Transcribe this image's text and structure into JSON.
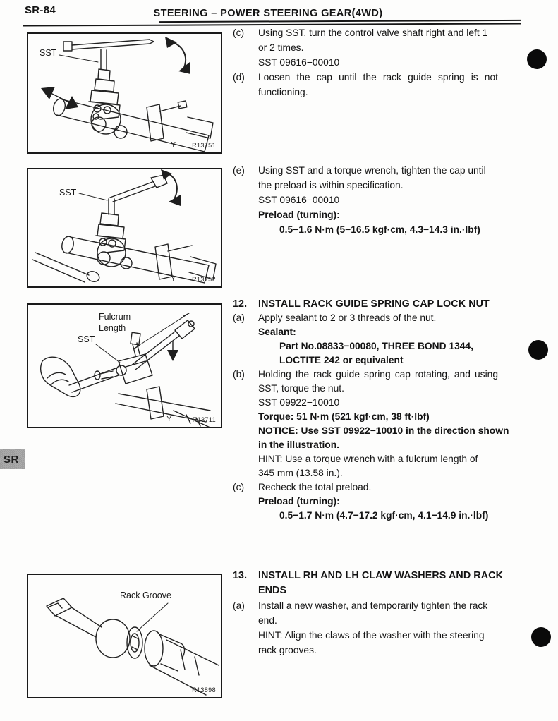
{
  "header": {
    "page_number": "SR-84",
    "title": "STEERING  –  POWER STEERING GEAR(4WD)"
  },
  "side_tab": {
    "label": "SR"
  },
  "figures": {
    "fig1": {
      "sst_label": "SST",
      "corner_mark": "Y",
      "ref": "R13751"
    },
    "fig2": {
      "sst_label": "SST",
      "corner_mark": "Y",
      "ref": "R13752"
    },
    "fig3": {
      "fulcrum_label_line1": "Fulcrum",
      "fulcrum_label_line2": "Length",
      "sst_label": "SST",
      "corner_mark": "Y",
      "ref": "R13711"
    },
    "fig4": {
      "rack_groove_label": "Rack Groove",
      "ref": "R13898"
    }
  },
  "instructions": {
    "c": {
      "marker": "(c)",
      "line1": "Using SST, turn the control valve shaft right and left 1",
      "line2": "or 2 times.",
      "sst": "SST 09616−00010"
    },
    "d": {
      "marker": "(d)",
      "line1": "Loosen the cap until the rack guide spring is not",
      "line2": "functioning."
    },
    "e": {
      "marker": "(e)",
      "line1": "Using SST and a torque wrench, tighten the cap until",
      "line2": "the preload is within specification.",
      "sst": "SST 09616−00010",
      "preload_label": "Preload (turning):",
      "preload_value": "0.5−1.6 N·m (5−16.5 kgf·cm, 4.3−14.3 in.·lbf)"
    },
    "step12": {
      "number": "12.",
      "title": "INSTALL RACK GUIDE SPRING CAP LOCK NUT",
      "a_marker": "(a)",
      "a_line1": "Apply sealant to 2 or 3 threads of the nut.",
      "sealant_label": "Sealant:",
      "sealant_part1": "Part No.08833−00080, THREE BOND 1344,",
      "sealant_part2": "LOCTITE 242 or equivalent",
      "b_marker": "(b)",
      "b_line1": "Holding the rack guide spring cap rotating, and using",
      "b_line2": "SST, torque the nut.",
      "b_sst": "SST 09922−10010",
      "torque": "Torque: 51 N·m (521 kgf·cm, 38 ft·lbf)",
      "notice_line1": "NOTICE: Use SST 09922−10010 in the direction shown",
      "notice_line2": "in the illustration.",
      "hint_line1": "HINT: Use a torque wrench with a fulcrum length of",
      "hint_line2": "345 mm (13.58 in.).",
      "c_marker": "(c)",
      "c_line1": "Recheck the total preload.",
      "preload_label": "Preload (turning):",
      "preload_value": "0.5−1.7 N·m (4.7−17.2 kgf·cm, 4.1−14.9 in.·lbf)"
    },
    "step13": {
      "number": "13.",
      "title_line1": "INSTALL RH AND LH CLAW WASHERS AND RACK",
      "title_line2": "ENDS",
      "a_marker": "(a)",
      "a_line1": "Install a new washer, and temporarily tighten the rack",
      "a_line2": "end.",
      "hint_line1": "HINT: Align the claws of the washer with the steering",
      "hint_line2": "rack grooves."
    }
  }
}
